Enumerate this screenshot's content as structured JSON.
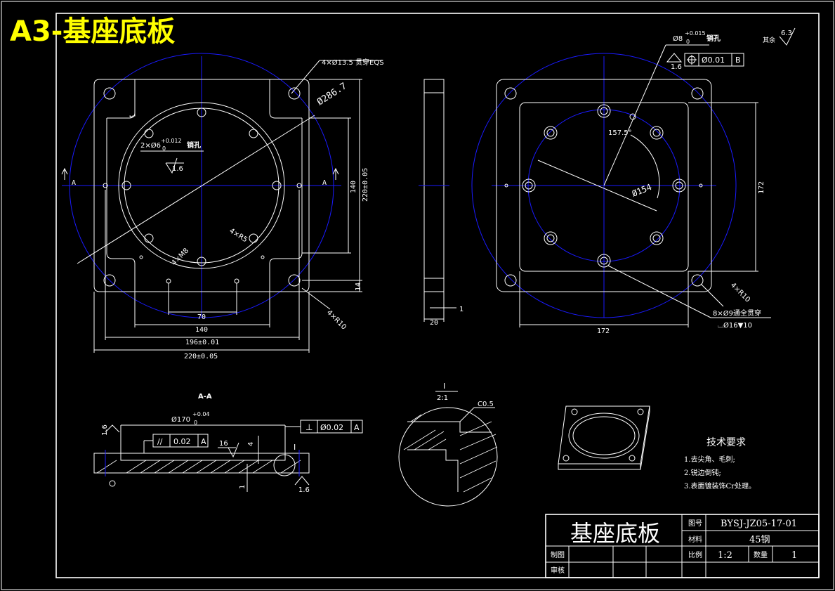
{
  "header": {
    "title": "A3-基座底板"
  },
  "views": {
    "front": {
      "labels": {
        "hole4": "4×Ø13.5 贯穿EQS",
        "dia286": "Ø286.7",
        "pin2": "2×Ø6",
        "pin2_tol_upper": "+0.012",
        "pin2_tol_lower": "0",
        "pin2_note": "销孔",
        "rough": "1.6",
        "section_a_left": "A",
        "section_a_right": "A",
        "dim_140v": "140",
        "dim_220v": "220±0.05",
        "dim_14": "14",
        "r5": "4×R5",
        "m8": "4×M8",
        "r10": "4×R10",
        "dim_70": "70",
        "dim_140h": "140",
        "dim_196": "196±0.01",
        "dim_220h": "220±0.05"
      }
    },
    "side": {
      "labels": {
        "dim_20": "20",
        "dim_1": "1"
      }
    },
    "top": {
      "labels": {
        "pin8": "Ø8",
        "pin8_tol_upper": "+0.015",
        "pin8_tol_lower": "0",
        "pin8_note": "销孔",
        "tol_rough": "1.6",
        "tol_pos": "Ø0.01",
        "tol_datum": "B",
        "angle": "157.5°",
        "dia154": "Ø154",
        "dim_172v": "172",
        "r10": "4×R10",
        "holes8": "8×Ø9通全贯穿",
        "cbore": "⌴Ø16▼10",
        "dim_172h": "172"
      }
    },
    "section": {
      "labels": {
        "title": "A-A",
        "dia170": "Ø170",
        "dia170_tol_upper": "+0.04",
        "dia170_tol_lower": "0",
        "rough_left": "1.6",
        "perp": "⊥",
        "perp_val": "Ø0.02",
        "perp_datum": "A",
        "par": "//",
        "par_val": "0.02",
        "par_datum": "A",
        "r16": "16",
        "dim_4": "4",
        "dim_1": "1",
        "detail_ref": "I",
        "rough_right": "1.6"
      }
    },
    "detail": {
      "labels": {
        "name": "I",
        "scale": "2:1",
        "chamfer": "C0.5"
      }
    }
  },
  "general_rough": {
    "prefix": "其余",
    "value": "6.3"
  },
  "tech_requirements": {
    "title": "技术要求",
    "items": [
      "1.去尖角、毛刺;",
      "2.锐边倒钝;",
      "3.表面镀装饰Cr处理。"
    ]
  },
  "title_block": {
    "part_name": "基座底板",
    "drawing_no_label": "图号",
    "drawing_no": "BYSJ-JZ05-17-01",
    "material_label": "材料",
    "material": "45钢",
    "scale_label": "比例",
    "scale": "1:2",
    "qty_label": "数量",
    "qty": "1",
    "drawn_label": "制图",
    "checked_label": "审核"
  }
}
